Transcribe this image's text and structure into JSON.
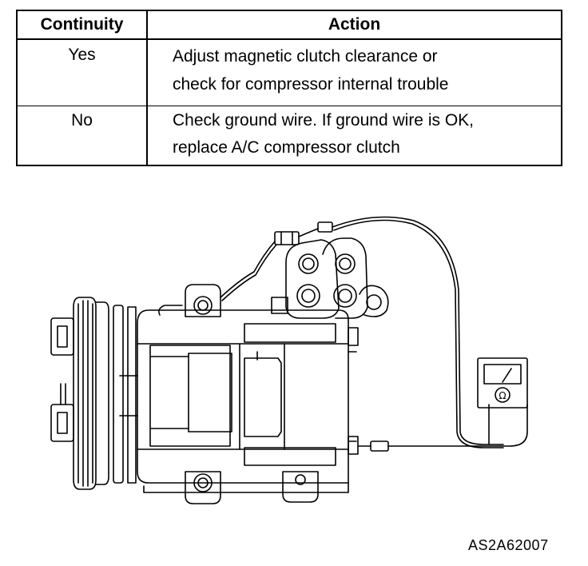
{
  "table": {
    "headers": [
      "Continuity",
      "Action"
    ],
    "rows": [
      {
        "continuity": "Yes",
        "action_line1": "Adjust magnetic clutch clearance or",
        "action_line2": "check for compressor internal trouble"
      },
      {
        "continuity": "No",
        "action_line1": "Check ground wire. If ground wire is OK,",
        "action_line2": "replace A/C compressor clutch"
      }
    ]
  },
  "figure": {
    "meter_symbol": "Ω",
    "code": "AS2A62007"
  }
}
